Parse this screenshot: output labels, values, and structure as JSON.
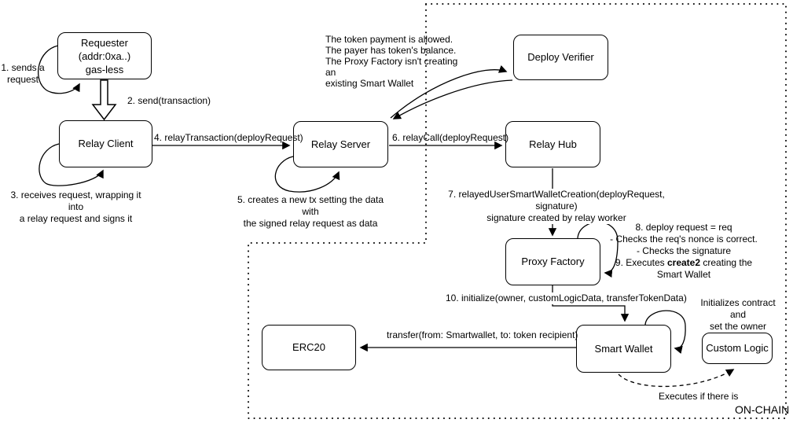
{
  "nodes": {
    "requester": {
      "line1": "Requester",
      "line2": "(addr:0xa..)",
      "line3": "gas-less"
    },
    "relay_client": {
      "label": "Relay Client"
    },
    "relay_server": {
      "label": "Relay Server"
    },
    "deploy_verifier": {
      "label": "Deploy Verifier"
    },
    "relay_hub": {
      "label": "Relay Hub"
    },
    "proxy_factory": {
      "label": "Proxy Factory"
    },
    "smart_wallet": {
      "label": "Smart Wallet"
    },
    "erc20": {
      "label": "ERC20"
    },
    "custom_logic": {
      "label": "Custom Logic"
    }
  },
  "annotations": {
    "step1": {
      "line1": "1. sends a",
      "line2": "request"
    },
    "step2": "2. send(transaction)",
    "step3": {
      "line1": "3. receives request, wrapping it into",
      "line2": "a relay request and signs it"
    },
    "step4": "4. relayTransaction(deployRequest)",
    "step5": {
      "line1": "5. creates a new tx setting the data with",
      "line2": "the signed relay request as data"
    },
    "step6": "6. relayCall(deployRequest)",
    "verifier_checks": {
      "line1": "The token payment is allowed.",
      "line2": "The payer has token's balance.",
      "line3": "The Proxy Factory isn't creating an",
      "line4": "existing Smart Wallet"
    },
    "step7": {
      "line1": "7. relayedUserSmartWalletCreation(deployRequest, signature)",
      "line2": "signature created by relay worker"
    },
    "step8_9": {
      "line1": "8. deploy request = req",
      "line2": "- Checks the req's nonce is correct.",
      "line3": "- Checks the signature",
      "line4_pre": "9. Executes ",
      "line4_bold": "create2",
      "line4_post": " creating the",
      "line5": "Smart Wallet"
    },
    "step10": "10. initialize(owner, customLogicData, transferTokenData)",
    "init_note": {
      "line1": "Initializes contract and",
      "line2": "set the owner"
    },
    "transfer_call": "transfer(from: Smartwallet, to: token recipient)",
    "executes_note": "Executes if there is",
    "onchain_label": "ON-CHAIN"
  },
  "colors": {
    "stroke": "#000000",
    "background": "#ffffff"
  }
}
